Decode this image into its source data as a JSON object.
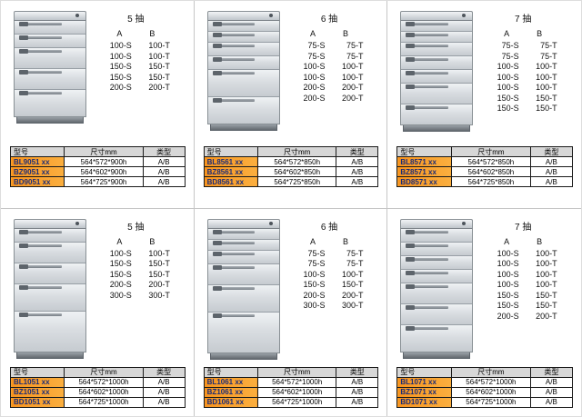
{
  "shared": {
    "col_a_label": "A",
    "col_b_label": "B",
    "table_headers": [
      "型号",
      "尺寸mm",
      "类型"
    ],
    "accent_orange": "#f7931e",
    "model_text_color": "#1c2d78",
    "header_gray": "#d7d7d7"
  },
  "panels": [
    {
      "title": "5 抽",
      "specs": [
        {
          "a": "100-S",
          "b": "100-T"
        },
        {
          "a": "100-S",
          "b": "100-T"
        },
        {
          "a": "150-S",
          "b": "150-T"
        },
        {
          "a": "150-S",
          "b": "150-T"
        },
        {
          "a": "200-S",
          "b": "200-T"
        }
      ],
      "rows": [
        {
          "model": "BL9051 xx",
          "size": "564*572*900h",
          "type": "A/B"
        },
        {
          "model": "BZ9051 xx",
          "size": "564*602*900h",
          "type": "A/B"
        },
        {
          "model": "BD9051 xx",
          "size": "564*725*900h",
          "type": "A/B"
        }
      ]
    },
    {
      "title": "6 抽",
      "specs": [
        {
          "a": "75-S",
          "b": "75-T"
        },
        {
          "a": "75-S",
          "b": "75-T"
        },
        {
          "a": "100-S",
          "b": "100-T"
        },
        {
          "a": "100-S",
          "b": "100-T"
        },
        {
          "a": "200-S",
          "b": "200-T"
        },
        {
          "a": "200-S",
          "b": "200-T"
        }
      ],
      "rows": [
        {
          "model": "BL8561 xx",
          "size": "564*572*850h",
          "type": "A/B"
        },
        {
          "model": "BZ8561 xx",
          "size": "564*602*850h",
          "type": "A/B"
        },
        {
          "model": "BD8561 xx",
          "size": "564*725*850h",
          "type": "A/B"
        }
      ]
    },
    {
      "title": "7 抽",
      "specs": [
        {
          "a": "75-S",
          "b": "75-T"
        },
        {
          "a": "75-S",
          "b": "75-T"
        },
        {
          "a": "100-S",
          "b": "100-T"
        },
        {
          "a": "100-S",
          "b": "100-T"
        },
        {
          "a": "100-S",
          "b": "100-T"
        },
        {
          "a": "150-S",
          "b": "150-T"
        },
        {
          "a": "150-S",
          "b": "150-T"
        }
      ],
      "rows": [
        {
          "model": "BL8571 xx",
          "size": "564*572*850h",
          "type": "A/B"
        },
        {
          "model": "BZ8571 xx",
          "size": "564*602*850h",
          "type": "A/B"
        },
        {
          "model": "BD8571 xx",
          "size": "564*725*850h",
          "type": "A/B"
        }
      ]
    },
    {
      "title": "5 抽",
      "specs": [
        {
          "a": "100-S",
          "b": "100-T"
        },
        {
          "a": "150-S",
          "b": "150-T"
        },
        {
          "a": "150-S",
          "b": "150-T"
        },
        {
          "a": "200-S",
          "b": "200-T"
        },
        {
          "a": "300-S",
          "b": "300-T"
        }
      ],
      "rows": [
        {
          "model": "BL1051 xx",
          "size": "564*572*1000h",
          "type": "A/B"
        },
        {
          "model": "BZ1051 xx",
          "size": "564*602*1000h",
          "type": "A/B"
        },
        {
          "model": "BD1051 xx",
          "size": "564*725*1000h",
          "type": "A/B"
        }
      ]
    },
    {
      "title": "6 抽",
      "specs": [
        {
          "a": "75-S",
          "b": "75-T"
        },
        {
          "a": "75-S",
          "b": "75-T"
        },
        {
          "a": "100-S",
          "b": "100-T"
        },
        {
          "a": "150-S",
          "b": "150-T"
        },
        {
          "a": "200-S",
          "b": "200-T"
        },
        {
          "a": "300-S",
          "b": "300-T"
        }
      ],
      "rows": [
        {
          "model": "BL1061 xx",
          "size": "564*572*1000h",
          "type": "A/B"
        },
        {
          "model": "BZ1061 xx",
          "size": "564*602*1000h",
          "type": "A/B"
        },
        {
          "model": "BD1061 xx",
          "size": "564*725*1000h",
          "type": "A/B"
        }
      ]
    },
    {
      "title": "7 抽",
      "specs": [
        {
          "a": "100-S",
          "b": "100-T"
        },
        {
          "a": "100-S",
          "b": "100-T"
        },
        {
          "a": "100-S",
          "b": "100-T"
        },
        {
          "a": "100-S",
          "b": "100-T"
        },
        {
          "a": "150-S",
          "b": "150-T"
        },
        {
          "a": "150-S",
          "b": "150-T"
        },
        {
          "a": "200-S",
          "b": "200-T"
        }
      ],
      "rows": [
        {
          "model": "BL1071 xx",
          "size": "564*572*1000h",
          "type": "A/B"
        },
        {
          "model": "BZ1071 xx",
          "size": "564*602*1000h",
          "type": "A/B"
        },
        {
          "model": "BD1071 xx",
          "size": "564*725*1000h",
          "type": "A/B"
        }
      ]
    }
  ]
}
